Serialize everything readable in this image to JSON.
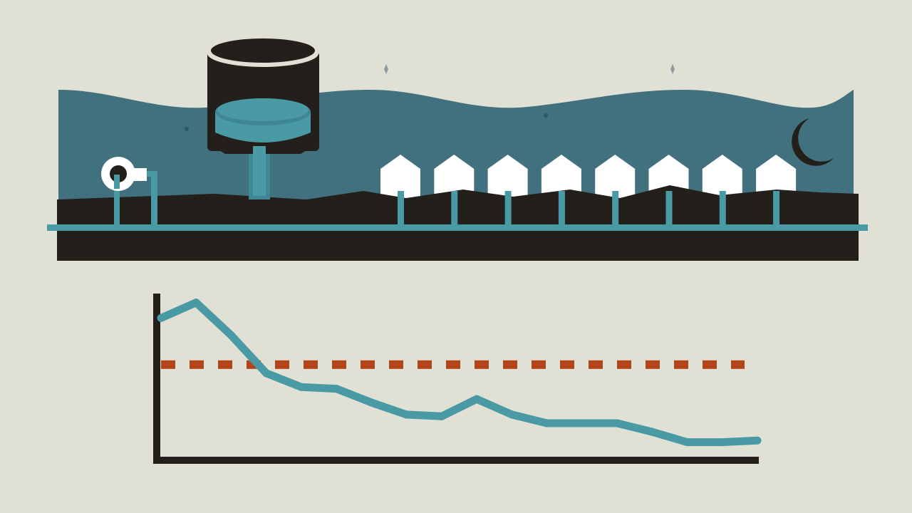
{
  "colors": {
    "background": "#e0e0d5",
    "sky": "#41707f",
    "ground": "#231f1b",
    "water": "#4a9aa6",
    "water_dark": "#3f8794",
    "house": "#ffffff",
    "moon": "#231f1b",
    "star": "#8a9aa0",
    "threshold": "#b4441a",
    "axis": "#231f1b",
    "tank_rim": "#e0e0d5"
  },
  "scene": {
    "house_count": 8,
    "time_of_day": "night",
    "icons": [
      "water-tower-icon",
      "pump-icon",
      "house-icon",
      "moon-icon",
      "star-icon"
    ]
  },
  "chart_data": {
    "type": "line",
    "title": "",
    "xlabel": "",
    "ylabel": "",
    "x": [
      0,
      1,
      2,
      3,
      4,
      5,
      6,
      7,
      8,
      9,
      10,
      11,
      12,
      13,
      14,
      15,
      16,
      17
    ],
    "series": [
      {
        "values": [
          80,
          89,
          70,
          48,
          40,
          39,
          31,
          24,
          23,
          33,
          24,
          19,
          19,
          19,
          14,
          8,
          8,
          9
        ]
      }
    ],
    "threshold": 53,
    "threshold_style": "dashed",
    "xlim": [
      0,
      17
    ],
    "ylim": [
      0,
      100
    ],
    "grid": false,
    "legend": "none"
  }
}
